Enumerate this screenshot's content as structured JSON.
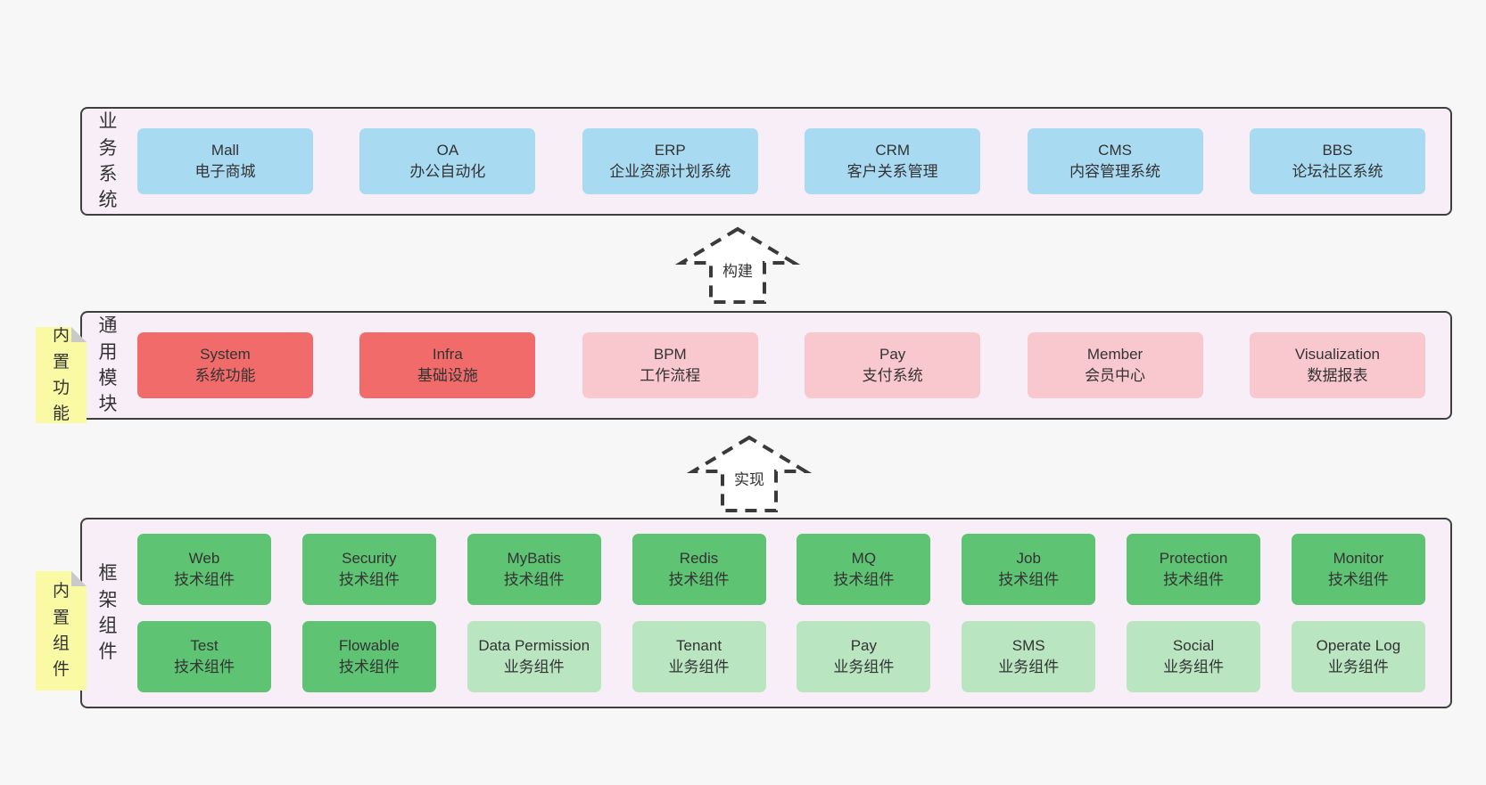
{
  "colors": {
    "page_bg": "#f7f7f7",
    "band_bg": "#f8eef7",
    "band_border": "#3f3f3f",
    "text": "#333333",
    "blue": "#a8daf2",
    "red": "#f16b6b",
    "pink": "#f9c8cf",
    "green": "#5ec373",
    "light_green": "#b9e5c1",
    "note_bg": "#fafaa5",
    "note_fold": "#c9c9c9",
    "arrow_stroke": "#3a3a3a",
    "arrow_fill": "#ffffff"
  },
  "bands": [
    {
      "id": "band-business",
      "label": "业务系统",
      "note": null,
      "rows": [
        [
          {
            "name": "Mall",
            "desc": "电子商城",
            "type": "blue"
          },
          {
            "name": "OA",
            "desc": "办公自动化",
            "type": "blue"
          },
          {
            "name": "ERP",
            "desc": "企业资源计划系统",
            "type": "blue"
          },
          {
            "name": "CRM",
            "desc": "客户关系管理",
            "type": "blue"
          },
          {
            "name": "CMS",
            "desc": "内容管理系统",
            "type": "blue"
          },
          {
            "name": "BBS",
            "desc": "论坛社区系统",
            "type": "blue"
          }
        ]
      ]
    },
    {
      "id": "band-modules",
      "label": "通用模块",
      "note": "内置功能",
      "rows": [
        [
          {
            "name": "System",
            "desc": "系统功能",
            "type": "red"
          },
          {
            "name": "Infra",
            "desc": "基础设施",
            "type": "red"
          },
          {
            "name": "BPM",
            "desc": "工作流程",
            "type": "pink"
          },
          {
            "name": "Pay",
            "desc": "支付系统",
            "type": "pink"
          },
          {
            "name": "Member",
            "desc": "会员中心",
            "type": "pink"
          },
          {
            "name": "Visualization",
            "desc": "数据报表",
            "type": "pink"
          }
        ]
      ]
    },
    {
      "id": "band-framework",
      "label": "框架组件",
      "note": "内置组件",
      "rows": [
        [
          {
            "name": "Web",
            "desc": "技术组件",
            "type": "green"
          },
          {
            "name": "Security",
            "desc": "技术组件",
            "type": "green"
          },
          {
            "name": "MyBatis",
            "desc": "技术组件",
            "type": "green"
          },
          {
            "name": "Redis",
            "desc": "技术组件",
            "type": "green"
          },
          {
            "name": "MQ",
            "desc": "技术组件",
            "type": "green"
          },
          {
            "name": "Job",
            "desc": "技术组件",
            "type": "green"
          },
          {
            "name": "Protection",
            "desc": "技术组件",
            "type": "green"
          },
          {
            "name": "Monitor",
            "desc": "技术组件",
            "type": "green"
          }
        ],
        [
          {
            "name": "Test",
            "desc": "技术组件",
            "type": "green"
          },
          {
            "name": "Flowable",
            "desc": "技术组件",
            "type": "green"
          },
          {
            "name": "Data Permission",
            "desc": "业务组件",
            "type": "light_green"
          },
          {
            "name": "Tenant",
            "desc": "业务组件",
            "type": "light_green"
          },
          {
            "name": "Pay",
            "desc": "业务组件",
            "type": "light_green"
          },
          {
            "name": "SMS",
            "desc": "业务组件",
            "type": "light_green"
          },
          {
            "name": "Social",
            "desc": "业务组件",
            "type": "light_green"
          },
          {
            "name": "Operate Log",
            "desc": "业务组件",
            "type": "light_green"
          }
        ]
      ]
    }
  ],
  "arrows": [
    {
      "id": "arrow-build",
      "label": "构建"
    },
    {
      "id": "arrow-implement",
      "label": "实现"
    }
  ]
}
